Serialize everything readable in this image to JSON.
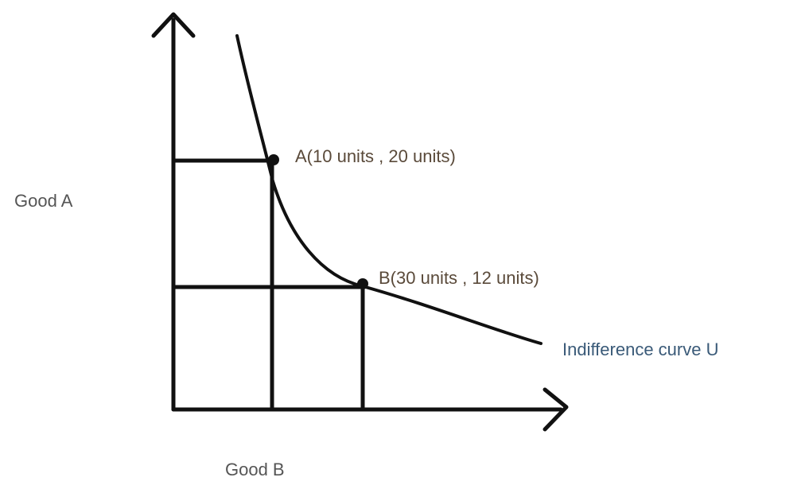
{
  "axes": {
    "y_label": "Good A",
    "x_label": "Good B"
  },
  "points": [
    {
      "id": "A",
      "label": "A(10 units , 20 units)",
      "good_b": 10,
      "good_a": 20
    },
    {
      "id": "B",
      "label": "B(30 units , 12 units)",
      "good_b": 30,
      "good_a": 12
    }
  ],
  "curve": {
    "label": "Indifference curve U"
  },
  "colors": {
    "lines": "#111111",
    "axis_text": "#555555",
    "point_text": "#5a4a3a",
    "curve_text": "#3a5a78"
  }
}
